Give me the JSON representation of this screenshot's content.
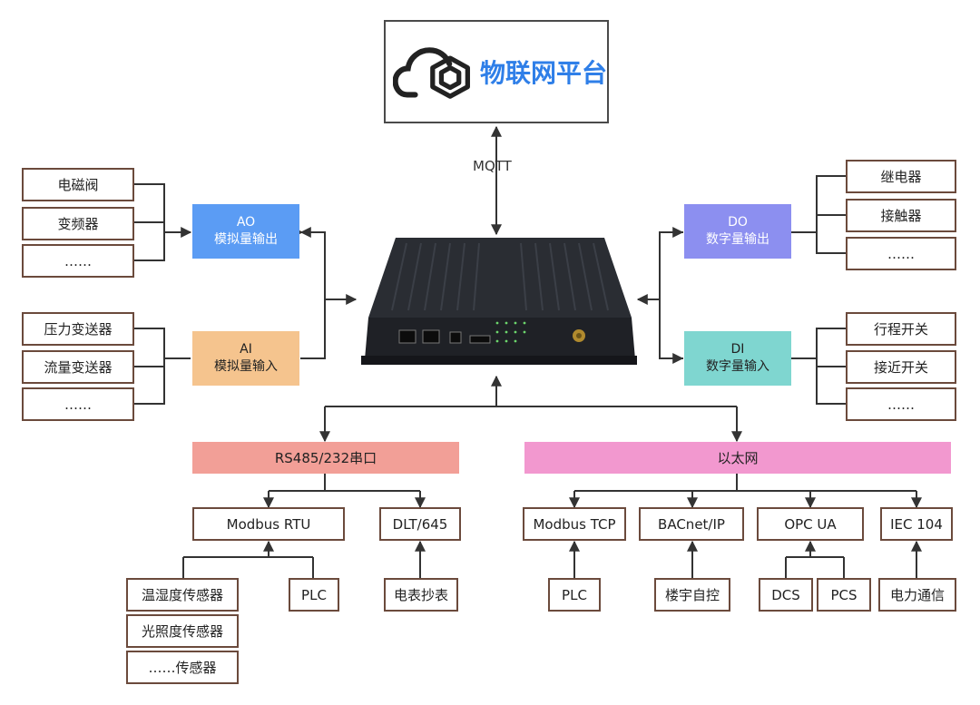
{
  "platform": {
    "title": "物联网平台"
  },
  "link": {
    "protocol": "MQTT"
  },
  "ao": {
    "code": "AO",
    "name": "模拟量输出",
    "color": "#5b9cf4",
    "devices": [
      "电磁阀",
      "变频器",
      "……"
    ]
  },
  "ai": {
    "code": "AI",
    "name": "模拟量输入",
    "color": "#f5c48e",
    "devices": [
      "压力变送器",
      "流量变送器",
      "……"
    ]
  },
  "do": {
    "code": "DO",
    "name": "数字量输出",
    "color": "#8c8ff0",
    "devices": [
      "继电器",
      "接触器",
      "……"
    ]
  },
  "di": {
    "code": "DI",
    "name": "数字量输入",
    "color": "#7fd6d0",
    "devices": [
      "行程开关",
      "接近开关",
      "……"
    ]
  },
  "serial": {
    "title": "RS485/232串口",
    "color": "#f29f97",
    "modbus_rtu": "Modbus RTU",
    "dlt": "DLT/645",
    "sensors": [
      "温湿度传感器",
      "光照度传感器",
      "……传感器"
    ],
    "plc": "PLC",
    "meter": "电表抄表"
  },
  "ethernet": {
    "title": "以太网",
    "color": "#f298cf",
    "modbus_tcp": "Modbus TCP",
    "bacnet": "BACnet/IP",
    "opcua": "OPC UA",
    "iec104": "IEC 104",
    "plc": "PLC",
    "building": "楼宇自控",
    "dcs": "DCS",
    "pcs": "PCS",
    "power": "电力通信"
  }
}
